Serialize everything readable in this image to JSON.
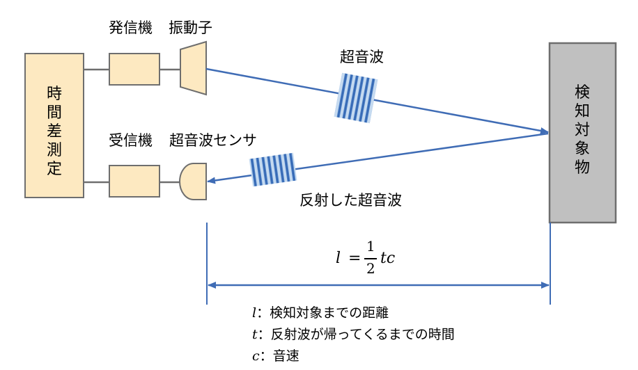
{
  "labels": {
    "transmitter": "発信機",
    "transducer": "振動子",
    "receiver": "受信機",
    "sensor": "超音波センサ",
    "wave": "超音波",
    "reflected": "反射した超音波",
    "timer_chars": [
      "時",
      "間",
      "差",
      "測",
      "定"
    ],
    "object_chars": [
      "検",
      "知",
      "対",
      "象",
      "物"
    ]
  },
  "formula": {
    "lhs": "l",
    "eq": "=",
    "num": "1",
    "den": "2",
    "rhs": "tc"
  },
  "legend": [
    {
      "var": "l",
      "sep": "：",
      "text": "検知対象までの距離"
    },
    {
      "var": "t",
      "sep": "：",
      "text": "反射波が帰ってくるまでの時間"
    },
    {
      "var": "c",
      "sep": "：",
      "text": "音速"
    }
  ],
  "colors": {
    "box_fill": "#fde9c1",
    "box_stroke": "#6e6e6e",
    "object_fill": "#c0c0c0",
    "beam": "#3f6cb5",
    "wave_light": "#bcd4ee",
    "wave_dark": "#4a7cc4"
  }
}
